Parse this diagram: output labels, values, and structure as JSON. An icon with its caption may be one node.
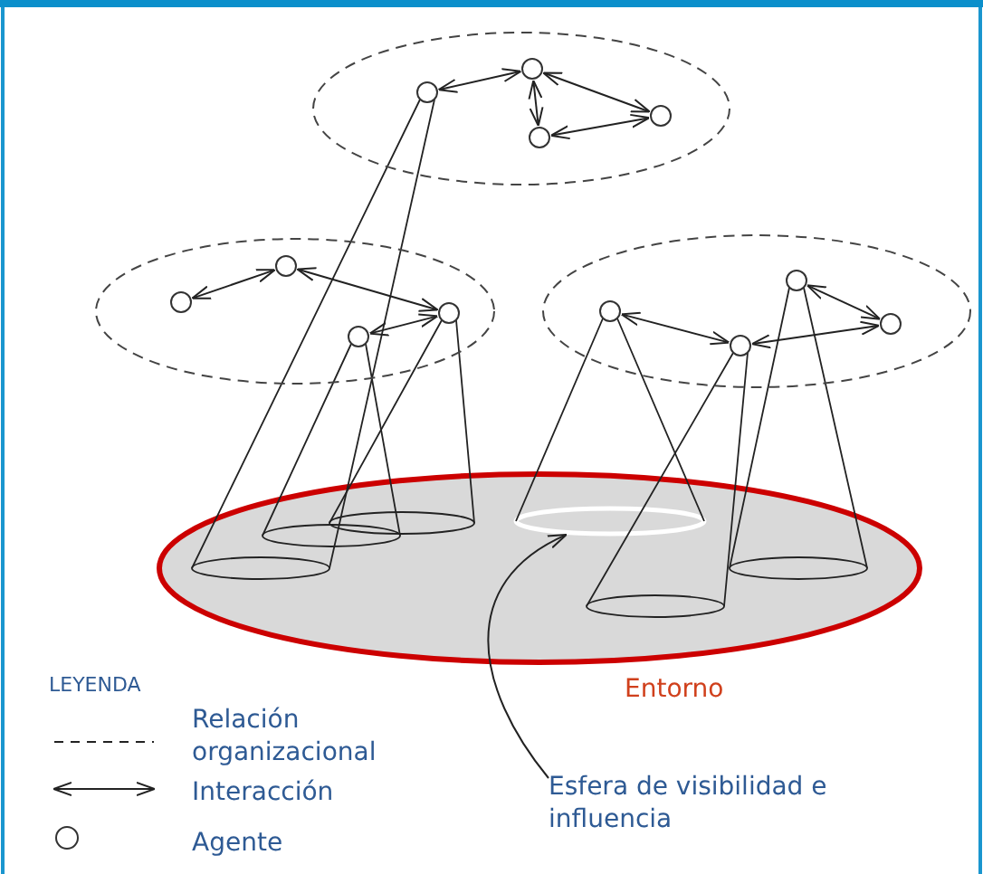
{
  "diagram": {
    "nodes": [
      {
        "text": [],
        "shape": "ellipse"
      },
      {
        "text": [],
        "shape": "circle",
        "in": 0
      },
      {
        "text": [],
        "shape": "circle",
        "in": 0
      },
      {
        "text": [],
        "shape": "circle",
        "in": 0
      },
      {
        "text": [],
        "shape": "circle",
        "in": 0
      },
      {
        "text": [],
        "shape": "ellipse"
      },
      {
        "text": [],
        "shape": "circle",
        "in": 5
      },
      {
        "text": [],
        "shape": "circle",
        "in": 5
      },
      {
        "text": [],
        "shape": "circle",
        "in": 5
      },
      {
        "text": [],
        "shape": "circle",
        "in": 5
      },
      {
        "text": [],
        "shape": "ellipse"
      },
      {
        "text": [],
        "shape": "circle",
        "in": 10
      },
      {
        "text": [],
        "shape": "circle",
        "in": 10
      },
      {
        "text": [],
        "shape": "circle",
        "in": 10
      },
      {
        "text": [],
        "shape": "circle",
        "in": 10
      },
      {
        "text": [
          "Entorno"
        ]
      },
      {
        "text": [],
        "shape": "ellipse",
        "in": 15
      },
      {
        "text": [
          "Esfera de visibilidad e influencia"
        ]
      }
    ],
    "edges": [
      {
        "from": 1,
        "to": 2,
        "arrow": "both"
      },
      {
        "from": 2,
        "to": 4,
        "arrow": "both"
      },
      {
        "from": 2,
        "to": 3,
        "arrow": "both"
      },
      {
        "from": 3,
        "to": 4,
        "arrow": "both"
      },
      {
        "from": 6,
        "to": 7,
        "arrow": "both"
      },
      {
        "from": 7,
        "to": 9,
        "arrow": "both"
      },
      {
        "from": 8,
        "to": 9,
        "arrow": "both"
      },
      {
        "from": 11,
        "to": 13,
        "arrow": "both"
      },
      {
        "from": 13,
        "to": 14,
        "arrow": "both"
      },
      {
        "from": 12,
        "to": 14,
        "arrow": "both"
      },
      {
        "from": 17,
        "to": 16,
        "arrow": "to"
      }
    ],
    "labels": [
      "LEYENDA"
    ],
    "legend": [
      {
        "text": "Relación organizacional"
      },
      {
        "text": "Interacción"
      },
      {
        "text": "Agente"
      }
    ]
  }
}
